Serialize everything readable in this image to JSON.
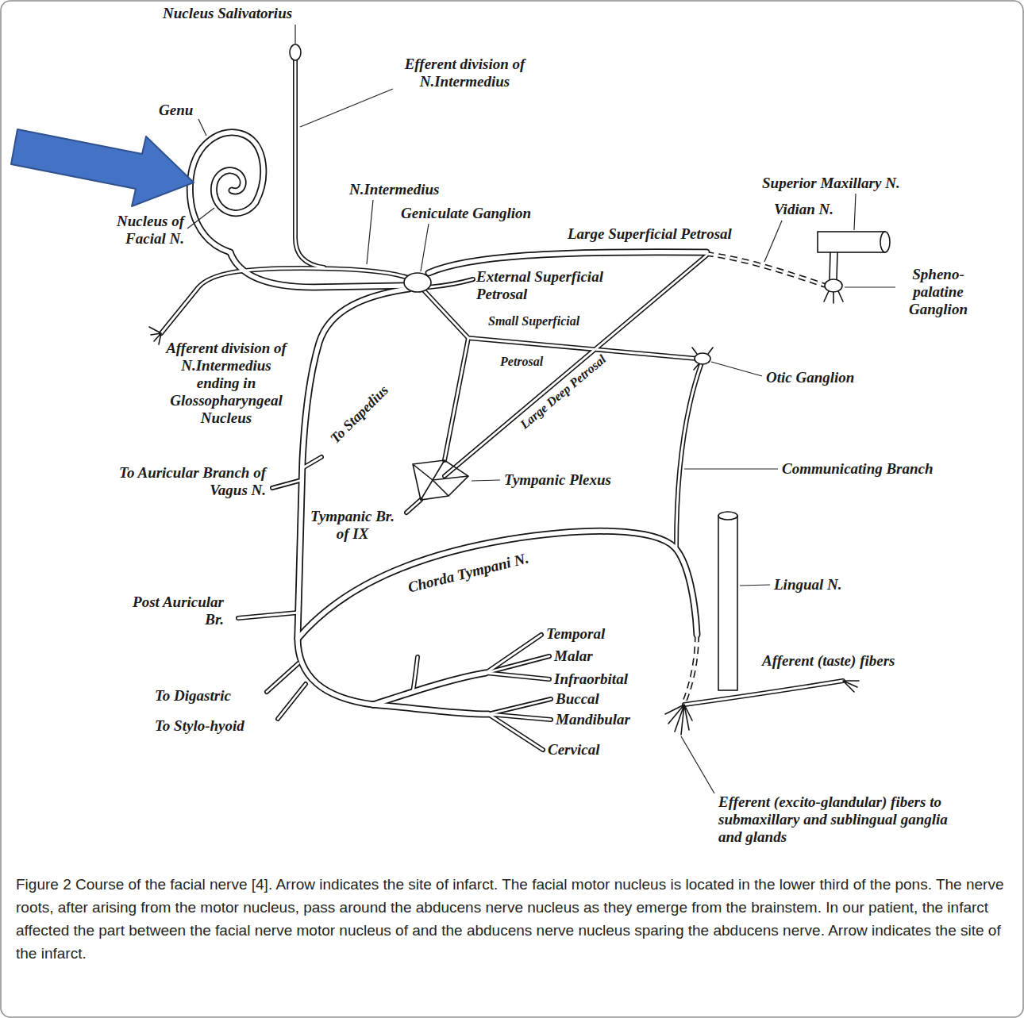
{
  "diagram": {
    "caption": "Figure 2 Course of the facial nerve [4]. Arrow indicates the site of infarct. The facial motor nucleus is located in the lower third of the pons. The nerve roots, after arising from the motor nucleus, pass around the abducens nerve nucleus as they emerge from the brainstem. In our patient, the infarct affected the part between the facial nerve motor nucleus of and the abducens nerve nucleus sparing the abducens nerve. Arrow indicates the site of the infarct.",
    "labels": [
      "Nucleus Salivatorius",
      "Genu",
      "Efferent division of N.Intermedius",
      "Nucleus of Facial N.",
      "N.Intermedius",
      "Geniculate Ganglion",
      "Superior Maxillary N.",
      "Vidian N.",
      "Large Superficial Petrosal",
      "External Superficial Petrosal",
      "Spheno- palatine Ganglion",
      "Small Superficial",
      "Petrosal",
      "Afferent division of N.Intermedius ending in Glossopharyngeal Nucleus",
      "To Stapedius",
      "Large Deep Petrosal",
      "Otic Ganglion",
      "Tympanic Plexus",
      "Communicating Branch",
      "To Auricular Branch of Vagus N.",
      "Tympanic Br. of IX",
      "Chorda Tympani N.",
      "Lingual N.",
      "Post Auricular Br.",
      "Temporal",
      "Malar",
      "Infraorbital",
      "Buccal",
      "Mandibular",
      "Afferent (taste) fibers",
      "To Digastric",
      "To Stylo-hyoid",
      "Cervical",
      "Efferent (excito-glandular) fibers to submaxillary and sublingual ganglia and glands"
    ]
  }
}
